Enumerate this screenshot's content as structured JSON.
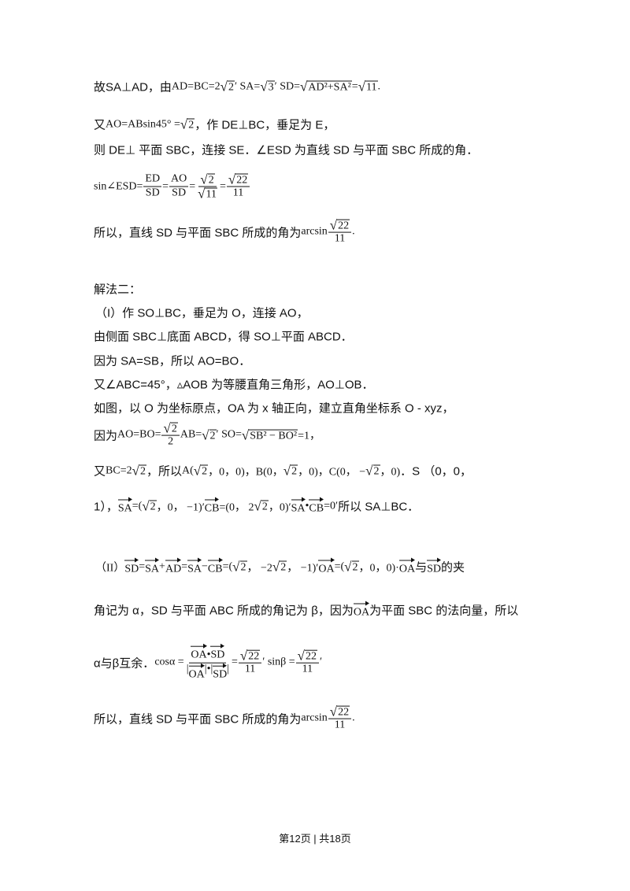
{
  "footer": "第12页 | 共18页",
  "lines": [
    [
      {
        "t": "故SA⊥AD，由"
      },
      {
        "m": "AD=BC=2"
      },
      {
        "sqrt": "2"
      },
      {
        "m": "′  SA="
      },
      {
        "sqrt": "3"
      },
      {
        "m": "′  SD="
      },
      {
        "sqrt": "AD²+SA²"
      },
      {
        "m": "="
      },
      {
        "sqrt": "11"
      },
      {
        "m": "."
      }
    ],
    [
      {
        "t": "又"
      },
      {
        "m": "AO=ABsin45° ="
      },
      {
        "sqrt": "2"
      },
      {
        "t": "，作 DE⊥BC，垂足为 E，"
      }
    ],
    [
      {
        "t": "则 DE⊥ 平面 SBC，连接 SE．∠ESD 为直线 SD 与平面 SBC 所成的角．"
      }
    ],
    [
      {
        "m": "sin∠ESD="
      },
      {
        "frac": [
          [
            {
              "m": "ED"
            }
          ],
          [
            {
              "m": "SD"
            }
          ]
        ]
      },
      {
        "m": "="
      },
      {
        "frac": [
          [
            {
              "m": "AO"
            }
          ],
          [
            {
              "m": "SD"
            }
          ]
        ]
      },
      {
        "m": "="
      },
      {
        "frac": [
          [
            {
              "sqrt": "2"
            }
          ],
          [
            {
              "sqrt": "11"
            }
          ]
        ]
      },
      {
        "m": "="
      },
      {
        "frac": [
          [
            {
              "sqrt": "22"
            }
          ],
          [
            {
              "m": "11"
            }
          ]
        ]
      }
    ],
    [
      {
        "t": "所以，直线 SD 与平面 SBC 所成的角为"
      },
      {
        "m": "arcsin"
      },
      {
        "frac": [
          [
            {
              "sqrt": "22"
            }
          ],
          [
            {
              "m": "11"
            }
          ]
        ]
      },
      {
        "m": "."
      }
    ],
    [
      {
        "t": "解法二："
      }
    ],
    [
      {
        "t": "（I）作 SO⊥BC，垂足为 O，连接 AO，"
      }
    ],
    [
      {
        "t": "由侧面 SBC⊥底面 ABCD，得 SO⊥平面 ABCD．"
      }
    ],
    [
      {
        "t": "因为 SA=SB，所以 AO=BO．"
      }
    ],
    [
      {
        "t": "又∠ABC=45°，▵AOB 为等腰直角三角形，AO⊥OB．"
      }
    ],
    [
      {
        "t": "如图，以 O 为坐标原点，OA 为 x 轴正向，建立直角坐标系 O - xyz，"
      }
    ],
    [
      {
        "t": "因为"
      },
      {
        "m": "AO=BO="
      },
      {
        "frac": [
          [
            {
              "sqrt": "2"
            }
          ],
          [
            {
              "m": "2"
            }
          ]
        ]
      },
      {
        "m": "AB="
      },
      {
        "sqrt": "2"
      },
      {
        "m": "′  SO="
      },
      {
        "sqrt": "SB² − BO²"
      },
      {
        "m": "=1，"
      }
    ],
    [
      {
        "t": "又"
      },
      {
        "m": "BC=2"
      },
      {
        "sqrt": "2"
      },
      {
        "t": "，所以"
      },
      {
        "m": "A("
      },
      {
        "sqrt": "2"
      },
      {
        "m": "，0，0)，B(0，"
      },
      {
        "sqrt": "2"
      },
      {
        "m": "，0)，C(0， −"
      },
      {
        "sqrt": "2"
      },
      {
        "m": "，0)"
      },
      {
        "t": "．S （0，0，"
      }
    ],
    [
      {
        "t": "1），"
      },
      {
        "vec": "SA"
      },
      {
        "m": "=("
      },
      {
        "sqrt": "2"
      },
      {
        "m": "，0， −1)′ "
      },
      {
        "vec": "CB"
      },
      {
        "m": "=(0， 2"
      },
      {
        "sqrt": "2"
      },
      {
        "m": "，0)′ "
      },
      {
        "vec": "SA"
      },
      {
        "m": "•"
      },
      {
        "vec": "CB"
      },
      {
        "m": "=0′"
      },
      {
        "t": " 所以 SA⊥BC．"
      }
    ],
    [
      {
        "m": "（II） "
      },
      {
        "vec": "SD"
      },
      {
        "m": "="
      },
      {
        "vec": "SA"
      },
      {
        "m": "+"
      },
      {
        "vec": "AD"
      },
      {
        "m": "="
      },
      {
        "vec": "SA"
      },
      {
        "m": " − "
      },
      {
        "vec": "CB"
      },
      {
        "m": "=("
      },
      {
        "sqrt": "2"
      },
      {
        "m": "， −2"
      },
      {
        "sqrt": "2"
      },
      {
        "m": "， −1)′ "
      },
      {
        "vec": "OA"
      },
      {
        "m": "=("
      },
      {
        "sqrt": "2"
      },
      {
        "m": "，0，0)·"
      },
      {
        "vec": "OA"
      },
      {
        "t": "与"
      },
      {
        "vec": "SD"
      },
      {
        "t": "的夹"
      }
    ],
    [
      {
        "t": "角记为 α，SD 与平面 ABC 所成的角记为 β，因为"
      },
      {
        "vec": "OA"
      },
      {
        "t": "为平面 SBC 的法向量，所以"
      }
    ],
    [
      {
        "t": "α与β互余．  "
      },
      {
        "m": "cosα ="
      },
      {
        "frac": [
          [
            {
              "vec": "OA"
            },
            {
              "m": "•"
            },
            {
              "vec": "SD"
            }
          ],
          [
            {
              "m": "|"
            },
            {
              "vec": "OA"
            },
            {
              "m": "|•|"
            },
            {
              "vec": "SD"
            },
            {
              "m": "|"
            }
          ]
        ]
      },
      {
        "m": "="
      },
      {
        "frac": [
          [
            {
              "sqrt": "22"
            }
          ],
          [
            {
              "m": "11"
            }
          ]
        ]
      },
      {
        "m": "′  sinβ ="
      },
      {
        "frac": [
          [
            {
              "sqrt": "22"
            }
          ],
          [
            {
              "m": "11"
            }
          ]
        ]
      },
      {
        "m": "′"
      }
    ],
    [
      {
        "t": "所以，直线 SD 与平面 SBC 所成的角为"
      },
      {
        "m": "arcsin"
      },
      {
        "frac": [
          [
            {
              "sqrt": "22"
            }
          ],
          [
            {
              "m": "11"
            }
          ]
        ]
      },
      {
        "m": "."
      }
    ]
  ]
}
